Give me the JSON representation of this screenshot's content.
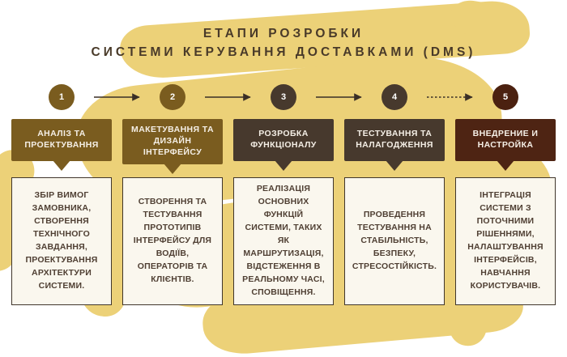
{
  "title": {
    "line1": "ЕТАПИ РОЗРОБКИ",
    "line2": "СИСТЕМИ КЕРУВАННЯ ДОСТАВКАМИ (DMS)"
  },
  "colors": {
    "blob": "#ecd178",
    "gold": "#7a5c1f",
    "dark_brown": "#47392d",
    "maroon": "#4e2413",
    "arrow": "#3a2f26",
    "card_bg": "#faf7ee",
    "card_border": "#40362c",
    "body_text": "#4f3f33",
    "title_text": "#493a29"
  },
  "connectors": [
    "solid",
    "solid",
    "solid",
    "dashed"
  ],
  "stages": [
    {
      "number": "1",
      "circle_color": "#7a5c1f",
      "header_color": "#7a5c1f",
      "title": "АНАЛІЗ ТА ПРОЕКТУВАННЯ",
      "description": "ЗБІР ВИМОГ ЗАМОВНИКА, СТВОРЕННЯ ТЕХНІЧНОГО ЗАВДАННЯ, ПРОЕКТУВАННЯ АРХІТЕКТУРИ СИСТЕМИ."
    },
    {
      "number": "2",
      "circle_color": "#7a5c1f",
      "header_color": "#7a5c1f",
      "title": "МАКЕТУВАННЯ ТА ДИЗАЙН ІНТЕРФЕЙСУ",
      "description": "СТВОРЕННЯ ТА ТЕСТУВАННЯ ПРОТОТИПІВ ІНТЕРФЕЙСУ ДЛЯ ВОДІЇВ, ОПЕРАТОРІВ ТА КЛІЄНТІВ."
    },
    {
      "number": "3",
      "circle_color": "#47392d",
      "header_color": "#47392d",
      "title": "РОЗРОБКА ФУНКЦІОНАЛУ",
      "description": "РЕАЛІЗАЦІЯ ОСНОВНИХ ФУНКЦІЙ СИСТЕМИ, ТАКИХ ЯК МАРШРУТИЗАЦІЯ, ВІДСТЕЖЕННЯ В РЕАЛЬНОМУ ЧАСІ, СПОВІЩЕННЯ."
    },
    {
      "number": "4",
      "circle_color": "#47392d",
      "header_color": "#47392d",
      "title": "ТЕСТУВАННЯ ТА НАЛАГОДЖЕННЯ",
      "description": "ПРОВЕДЕННЯ ТЕСТУВАННЯ НА СТАБІЛЬНІСТЬ, БЕЗПЕКУ, СТРЕСОСТІЙКІСТЬ."
    },
    {
      "number": "5",
      "circle_color": "#4b2110",
      "header_color": "#4e2413",
      "title": "ВНЕДРЕНИЕ И НАСТРОЙКА",
      "description": "ІНТЕГРАЦІЯ СИСТЕМИ З ПОТОЧНИМИ РІШЕННЯМИ, НАЛАШТУВАННЯ ІНТЕРФЕЙСІВ, НАВЧАННЯ КОРИСТУВАЧІВ."
    }
  ]
}
